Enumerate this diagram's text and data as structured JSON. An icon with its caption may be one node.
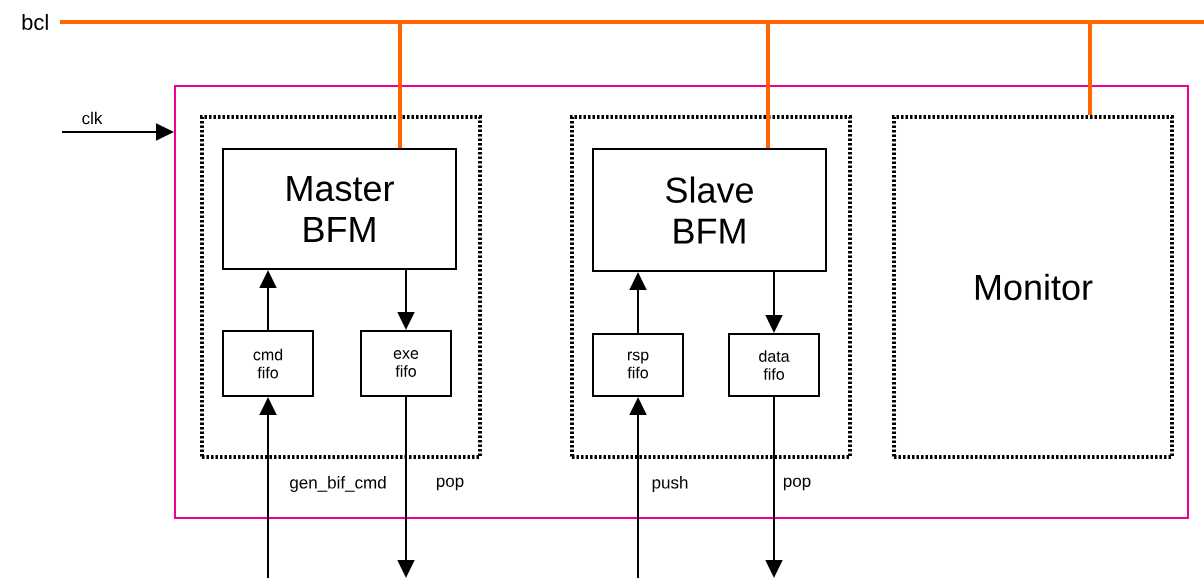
{
  "diagram": {
    "nodes": [
      {
        "text": [],
        "shape": "box"
      },
      {
        "text": [],
        "shape": "box",
        "in": 0
      },
      {
        "text": [
          "Master BFM"
        ],
        "in": 1
      },
      {
        "text": [
          "cmd fifo"
        ],
        "in": 1
      },
      {
        "text": [
          "exe fifo"
        ],
        "in": 1
      },
      {
        "text": [],
        "shape": "box",
        "in": 0
      },
      {
        "text": [
          "Slave BFM"
        ],
        "in": 5
      },
      {
        "text": [
          "rsp fifo"
        ],
        "in": 5
      },
      {
        "text": [
          "data fifo"
        ],
        "in": 5
      },
      {
        "text": [
          "Monitor"
        ],
        "in": 0
      },
      {
        "text": [
          "bcl"
        ]
      }
    ],
    "edges": [
      {
        "from": 10,
        "to": 2,
        "arrow": "none",
        "color": "#ff6600",
        "style": "thick"
      },
      {
        "from": 10,
        "to": 6,
        "arrow": "none",
        "color": "#ff6600",
        "style": "thick"
      },
      {
        "from": 10,
        "to": 9,
        "arrow": "none",
        "color": "#ff6600",
        "style": "thick"
      },
      {
        "from": 10,
        "to": null,
        "arrow": "none",
        "color": "#ff6600",
        "style": "thick"
      },
      {
        "from": null,
        "to": 0,
        "arrow": "to",
        "label": "clk"
      },
      {
        "from": 3,
        "to": 2,
        "arrow": "to"
      },
      {
        "from": 2,
        "to": 4,
        "arrow": "to"
      },
      {
        "from": null,
        "to": 3,
        "arrow": "to",
        "label": "gen_bif_cmd"
      },
      {
        "from": 4,
        "to": null,
        "arrow": "to",
        "label": "pop"
      },
      {
        "from": 7,
        "to": 6,
        "arrow": "to"
      },
      {
        "from": 6,
        "to": 8,
        "arrow": "to"
      },
      {
        "from": null,
        "to": 7,
        "arrow": "to",
        "label": "push"
      },
      {
        "from": 8,
        "to": null,
        "arrow": "to",
        "label": "pop"
      }
    ]
  }
}
